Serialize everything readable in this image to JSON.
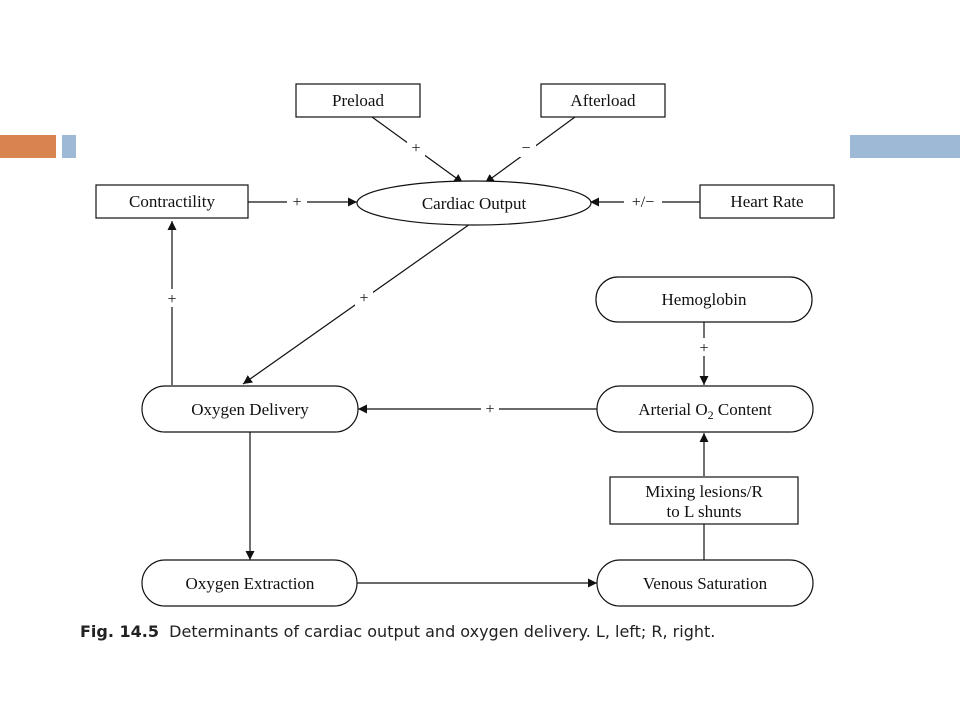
{
  "slide": {
    "accent_colors": {
      "orange": "#D9844E",
      "blue": "#9DB9D5"
    }
  },
  "diagram": {
    "nodes": {
      "preload": "Preload",
      "afterload": "Afterload",
      "contractility": "Contractility",
      "cardiac_output": "Cardiac Output",
      "heart_rate": "Heart Rate",
      "hemoglobin": "Hemoglobin",
      "oxygen_delivery": "Oxygen Delivery",
      "arterial_o2_content": {
        "prefix": "Arterial O",
        "subscript": "2",
        "suffix": " Content"
      },
      "mixing_lesions": {
        "line1": "Mixing lesions/R",
        "line2": "to L shunts"
      },
      "oxygen_extraction": "Oxygen Extraction",
      "venous_saturation": "Venous Saturation"
    },
    "edge_signs": {
      "preload_to_cardiac_output": "+",
      "afterload_to_cardiac_output": "−",
      "contractility_to_cardiac_output": "+",
      "heart_rate_to_cardiac_output": "+/−",
      "cardiac_output_to_oxygen_delivery": "+",
      "oxygen_delivery_to_contractility": "+",
      "hemoglobin_to_arterial_o2_content": "+",
      "arterial_o2_content_to_oxygen_delivery": "+"
    }
  },
  "caption": {
    "label": "Fig. 14.5",
    "text": "Determinants of cardiac output and oxygen delivery. L, left; R, right."
  }
}
